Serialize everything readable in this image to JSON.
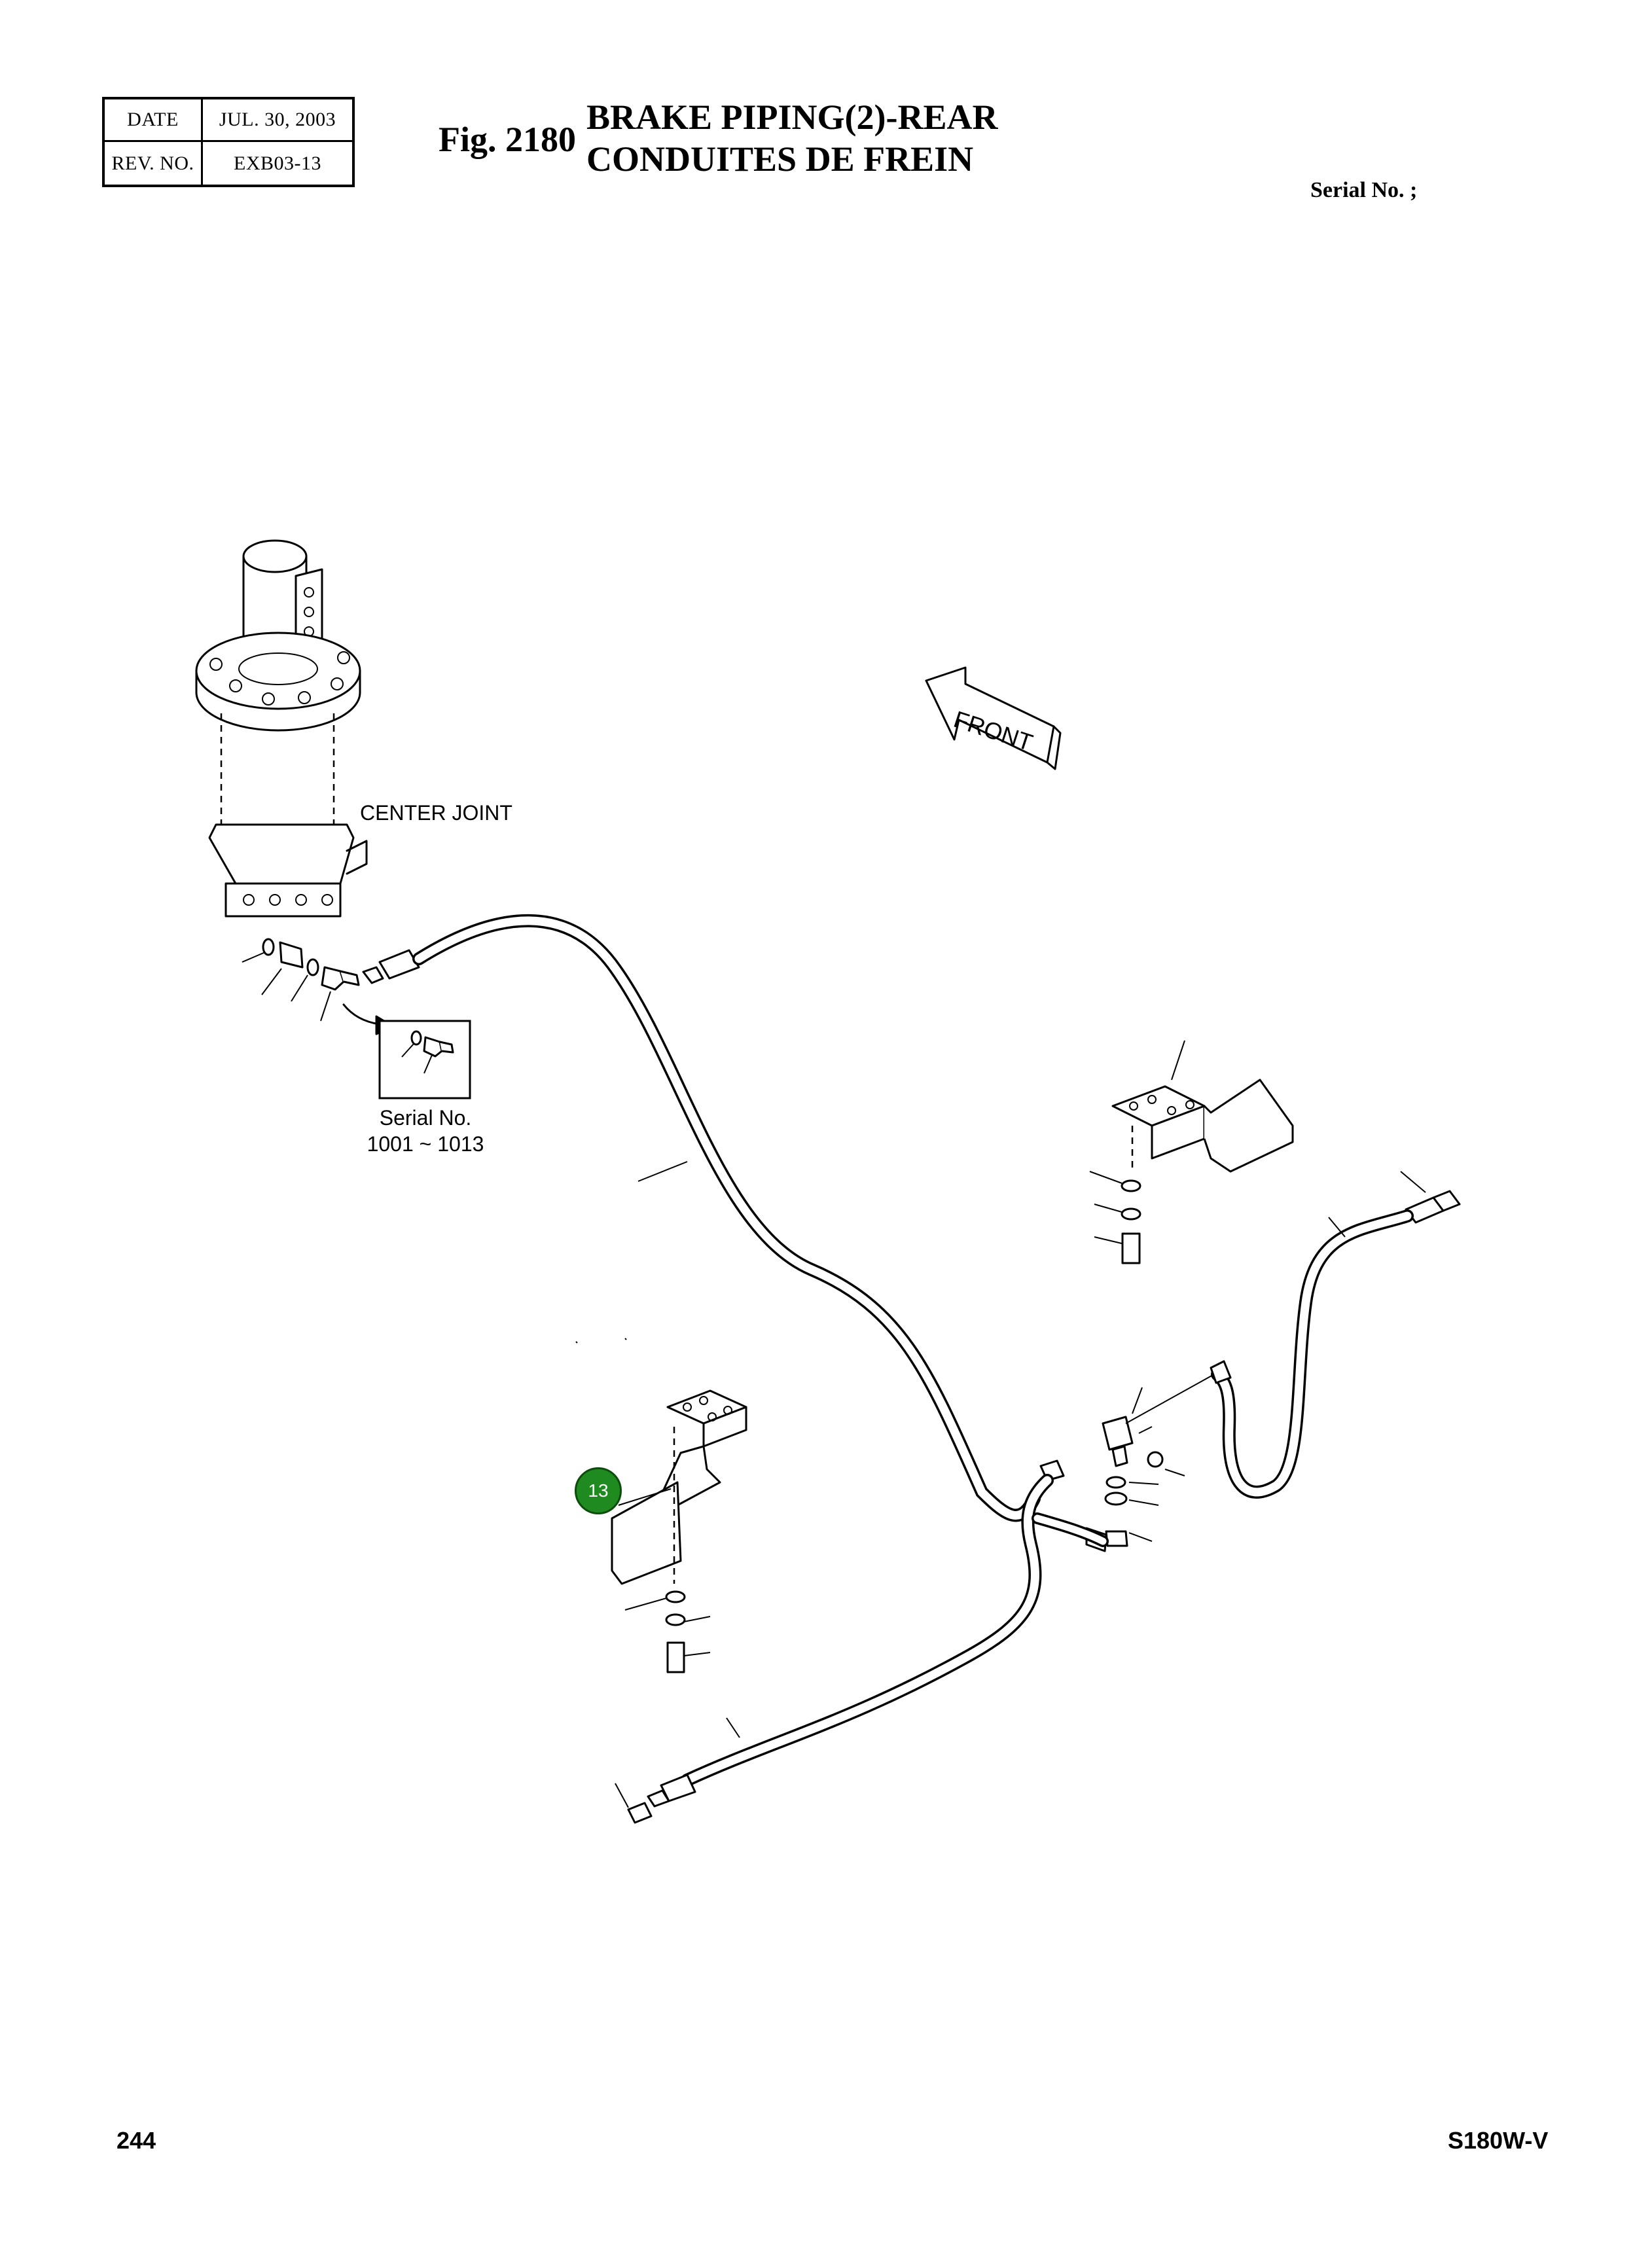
{
  "header": {
    "date_label": "DATE",
    "date_value": "JUL. 30, 2003",
    "rev_label": "REV. NO.",
    "rev_value": "EXB03-13",
    "fig_number": "Fig. 2180",
    "title_en": "BRAKE PIPING(2)-REAR",
    "title_fr": "CONDUITES DE FREIN",
    "serial_label": "Serial No. ;"
  },
  "diagram": {
    "center_joint_label": "CENTER JOINT",
    "front_label": "FRONT",
    "inset_serial_label": "Serial No.",
    "inset_serial_range": "1001 ~ 1013",
    "callout_13": "13"
  },
  "footer": {
    "page_number": "244",
    "model": "S180W-V"
  }
}
